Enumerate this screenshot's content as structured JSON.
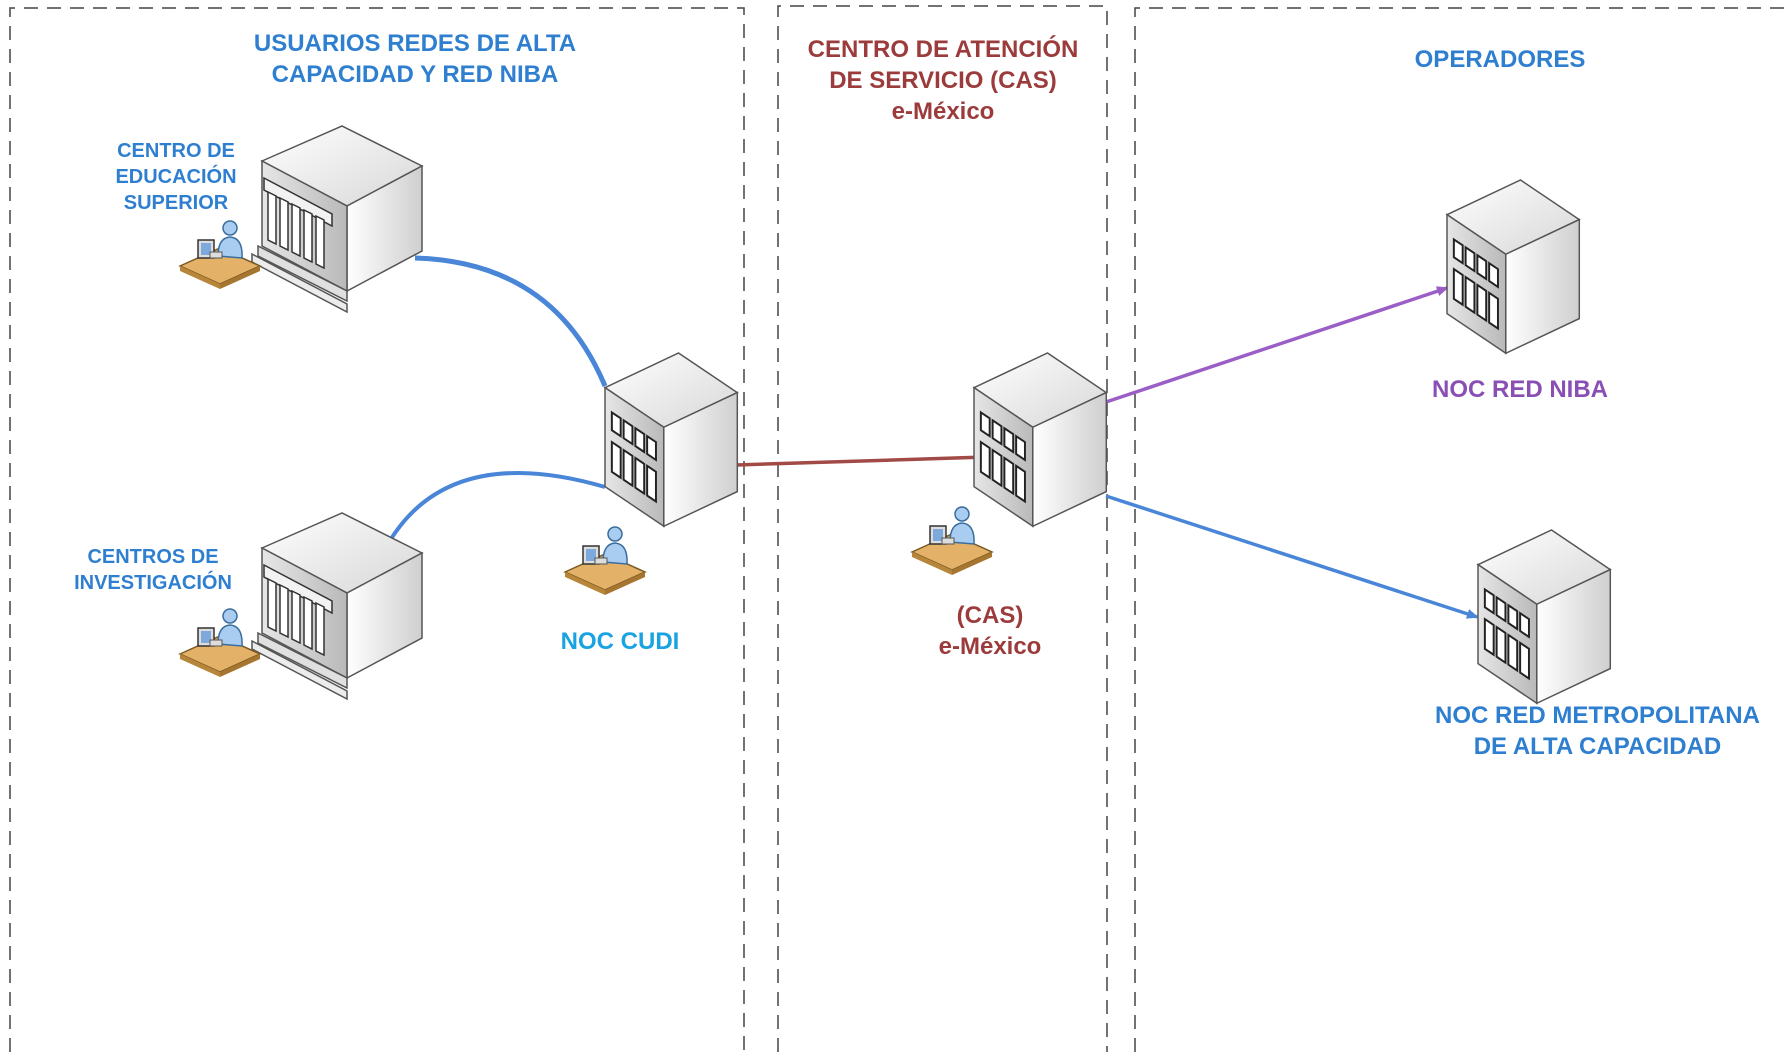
{
  "sections": {
    "usuarios": {
      "line1": "USUARIOS REDES DE ALTA",
      "line2": "CAPACIDAD Y RED NIBA"
    },
    "cas": {
      "line1": "CENTRO DE ATENCIÓN",
      "line2": "DE SERVICIO (CAS)",
      "line3": "e-México"
    },
    "operadores": {
      "title": "OPERADORES"
    }
  },
  "nodes": {
    "educacion": {
      "line1": "CENTRO DE",
      "line2": "EDUCACIÓN",
      "line3": "SUPERIOR"
    },
    "investigacion": {
      "line1": "CENTROS DE",
      "line2": "INVESTIGACIÓN"
    },
    "noc_cudi": {
      "label": "NOC CUDI"
    },
    "cas": {
      "line1": "(CAS)",
      "line2": "e-México"
    },
    "noc_niba": {
      "label": "NOC RED NIBA"
    },
    "noc_metro": {
      "line1": "NOC RED METROPOLITANA",
      "line2": "DE ALTA CAPACIDAD"
    }
  },
  "colors": {
    "blue_text": "#2f7fd0",
    "cyan_text": "#19a3e3",
    "red_text": "#9c3b3b",
    "purple_text": "#8a4fb5",
    "link_blue": "#4a86d8",
    "link_red": "#a24a45",
    "link_purple": "#9a5ec6"
  }
}
